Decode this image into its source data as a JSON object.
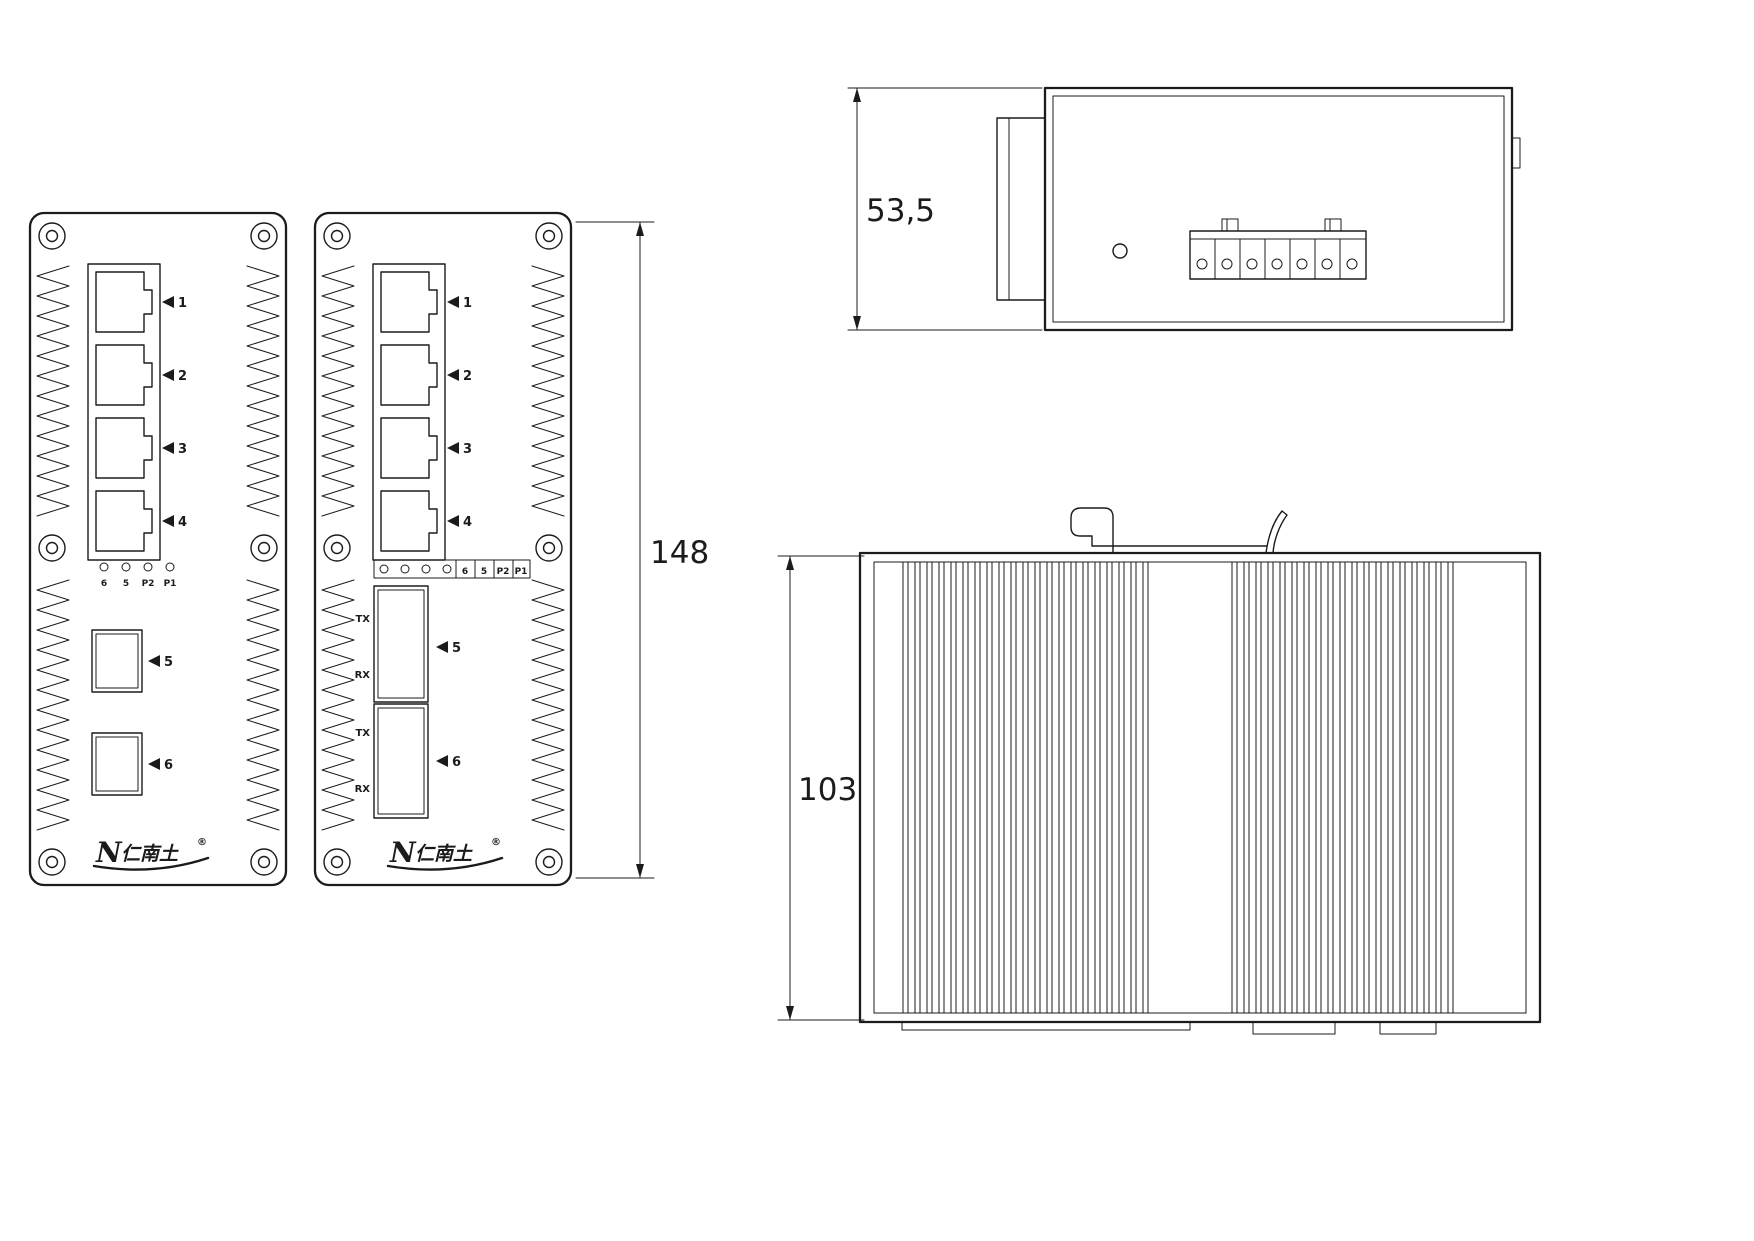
{
  "drawing": {
    "dim_front_height": "148",
    "dim_top_depth": "53,5",
    "dim_side_height": "103"
  },
  "panel_copper": {
    "port_labels": [
      "1",
      "2",
      "3",
      "4"
    ],
    "led_labels": [
      "6",
      "5",
      "P2",
      "P1"
    ],
    "sfp_labels": [
      "5",
      "6"
    ],
    "logo_n": "N",
    "logo_text": "仁南土",
    "logo_reg": "®"
  },
  "panel_fiber": {
    "port_labels": [
      "1",
      "2",
      "3",
      "4"
    ],
    "led_labels": [
      "6",
      "5",
      "P2",
      "P1"
    ],
    "fiber_labels": [
      "5",
      "6"
    ],
    "tx": "TX",
    "rx": "RX",
    "logo_n": "N",
    "logo_text": "仁南土",
    "logo_reg": "®"
  }
}
